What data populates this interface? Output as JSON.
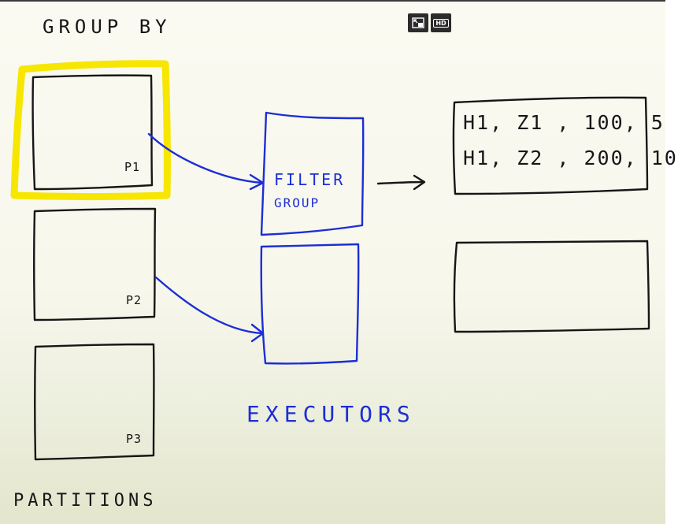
{
  "labels": {
    "title": "GROUP BY",
    "filter_line1": "FILTER",
    "filter_line2": "GROUP",
    "executors": "EXECUTORS",
    "partitions": "PARTITIONS",
    "p1": "P1",
    "p2": "P2",
    "p3": "P3"
  },
  "output_rows": [
    "H1, Z1 , 100, 5",
    "H1, Z2 , 200, 10"
  ],
  "player_controls": {
    "miniplayer_icon": "miniplayer-icon",
    "hd_badge": "HD"
  },
  "colors": {
    "ink_black": "#161616",
    "ink_blue": "#1c2ed6",
    "highlight_yellow": "#f7e600"
  }
}
